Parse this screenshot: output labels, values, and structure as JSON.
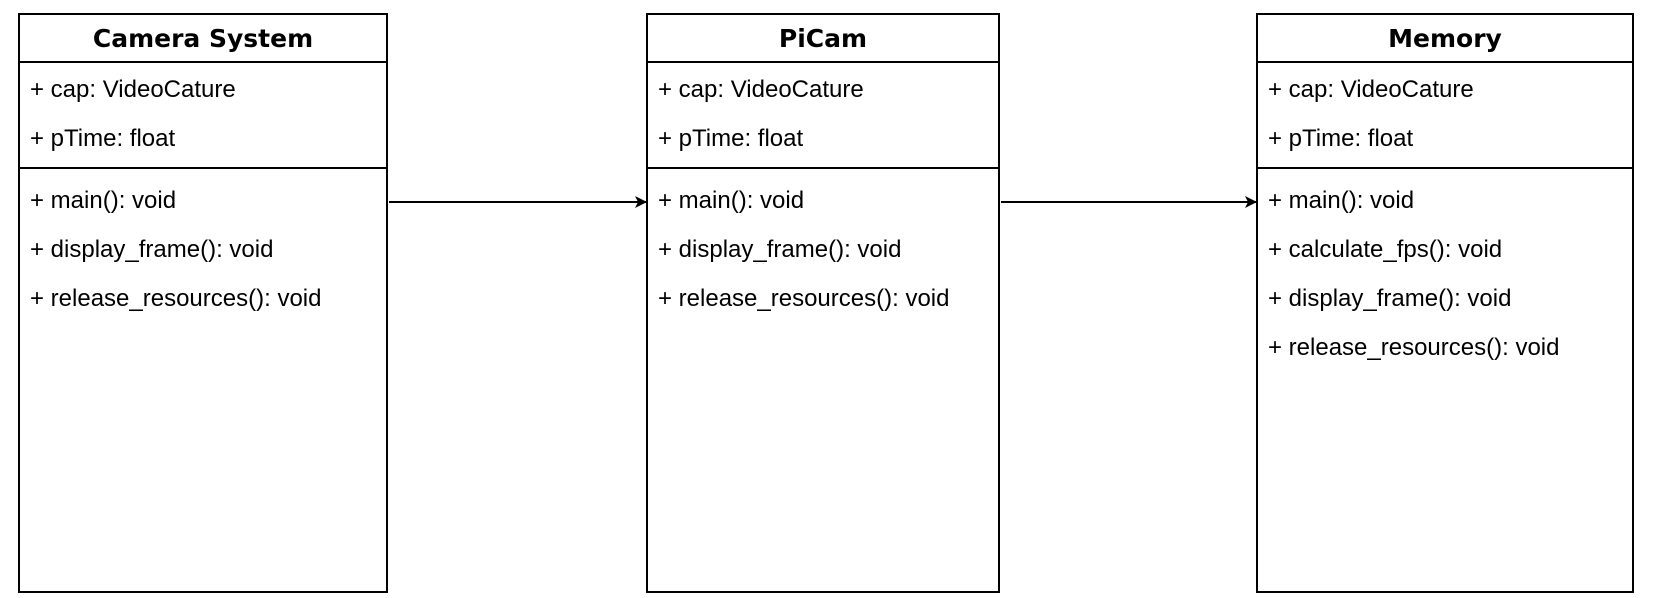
{
  "classes": [
    {
      "name": "Camera System",
      "attributes": [
        "+ cap: VideoCature",
        "+ pTime: float"
      ],
      "methods": [
        "+ main(): void",
        "+ display_frame(): void",
        "+ release_resources(): void"
      ]
    },
    {
      "name": "PiCam",
      "attributes": [
        "+ cap: VideoCature",
        "+ pTime: float"
      ],
      "methods": [
        "+ main(): void",
        "+ display_frame(): void",
        "+ release_resources(): void"
      ]
    },
    {
      "name": "Memory",
      "attributes": [
        "+ cap: VideoCature",
        "+ pTime: float"
      ],
      "methods": [
        "+ main(): void",
        "+ calculate_fps(): void",
        "+ display_frame(): void",
        "+ release_resources(): void"
      ]
    }
  ],
  "colors": {
    "stroke": "#000000",
    "background": "#ffffff"
  }
}
